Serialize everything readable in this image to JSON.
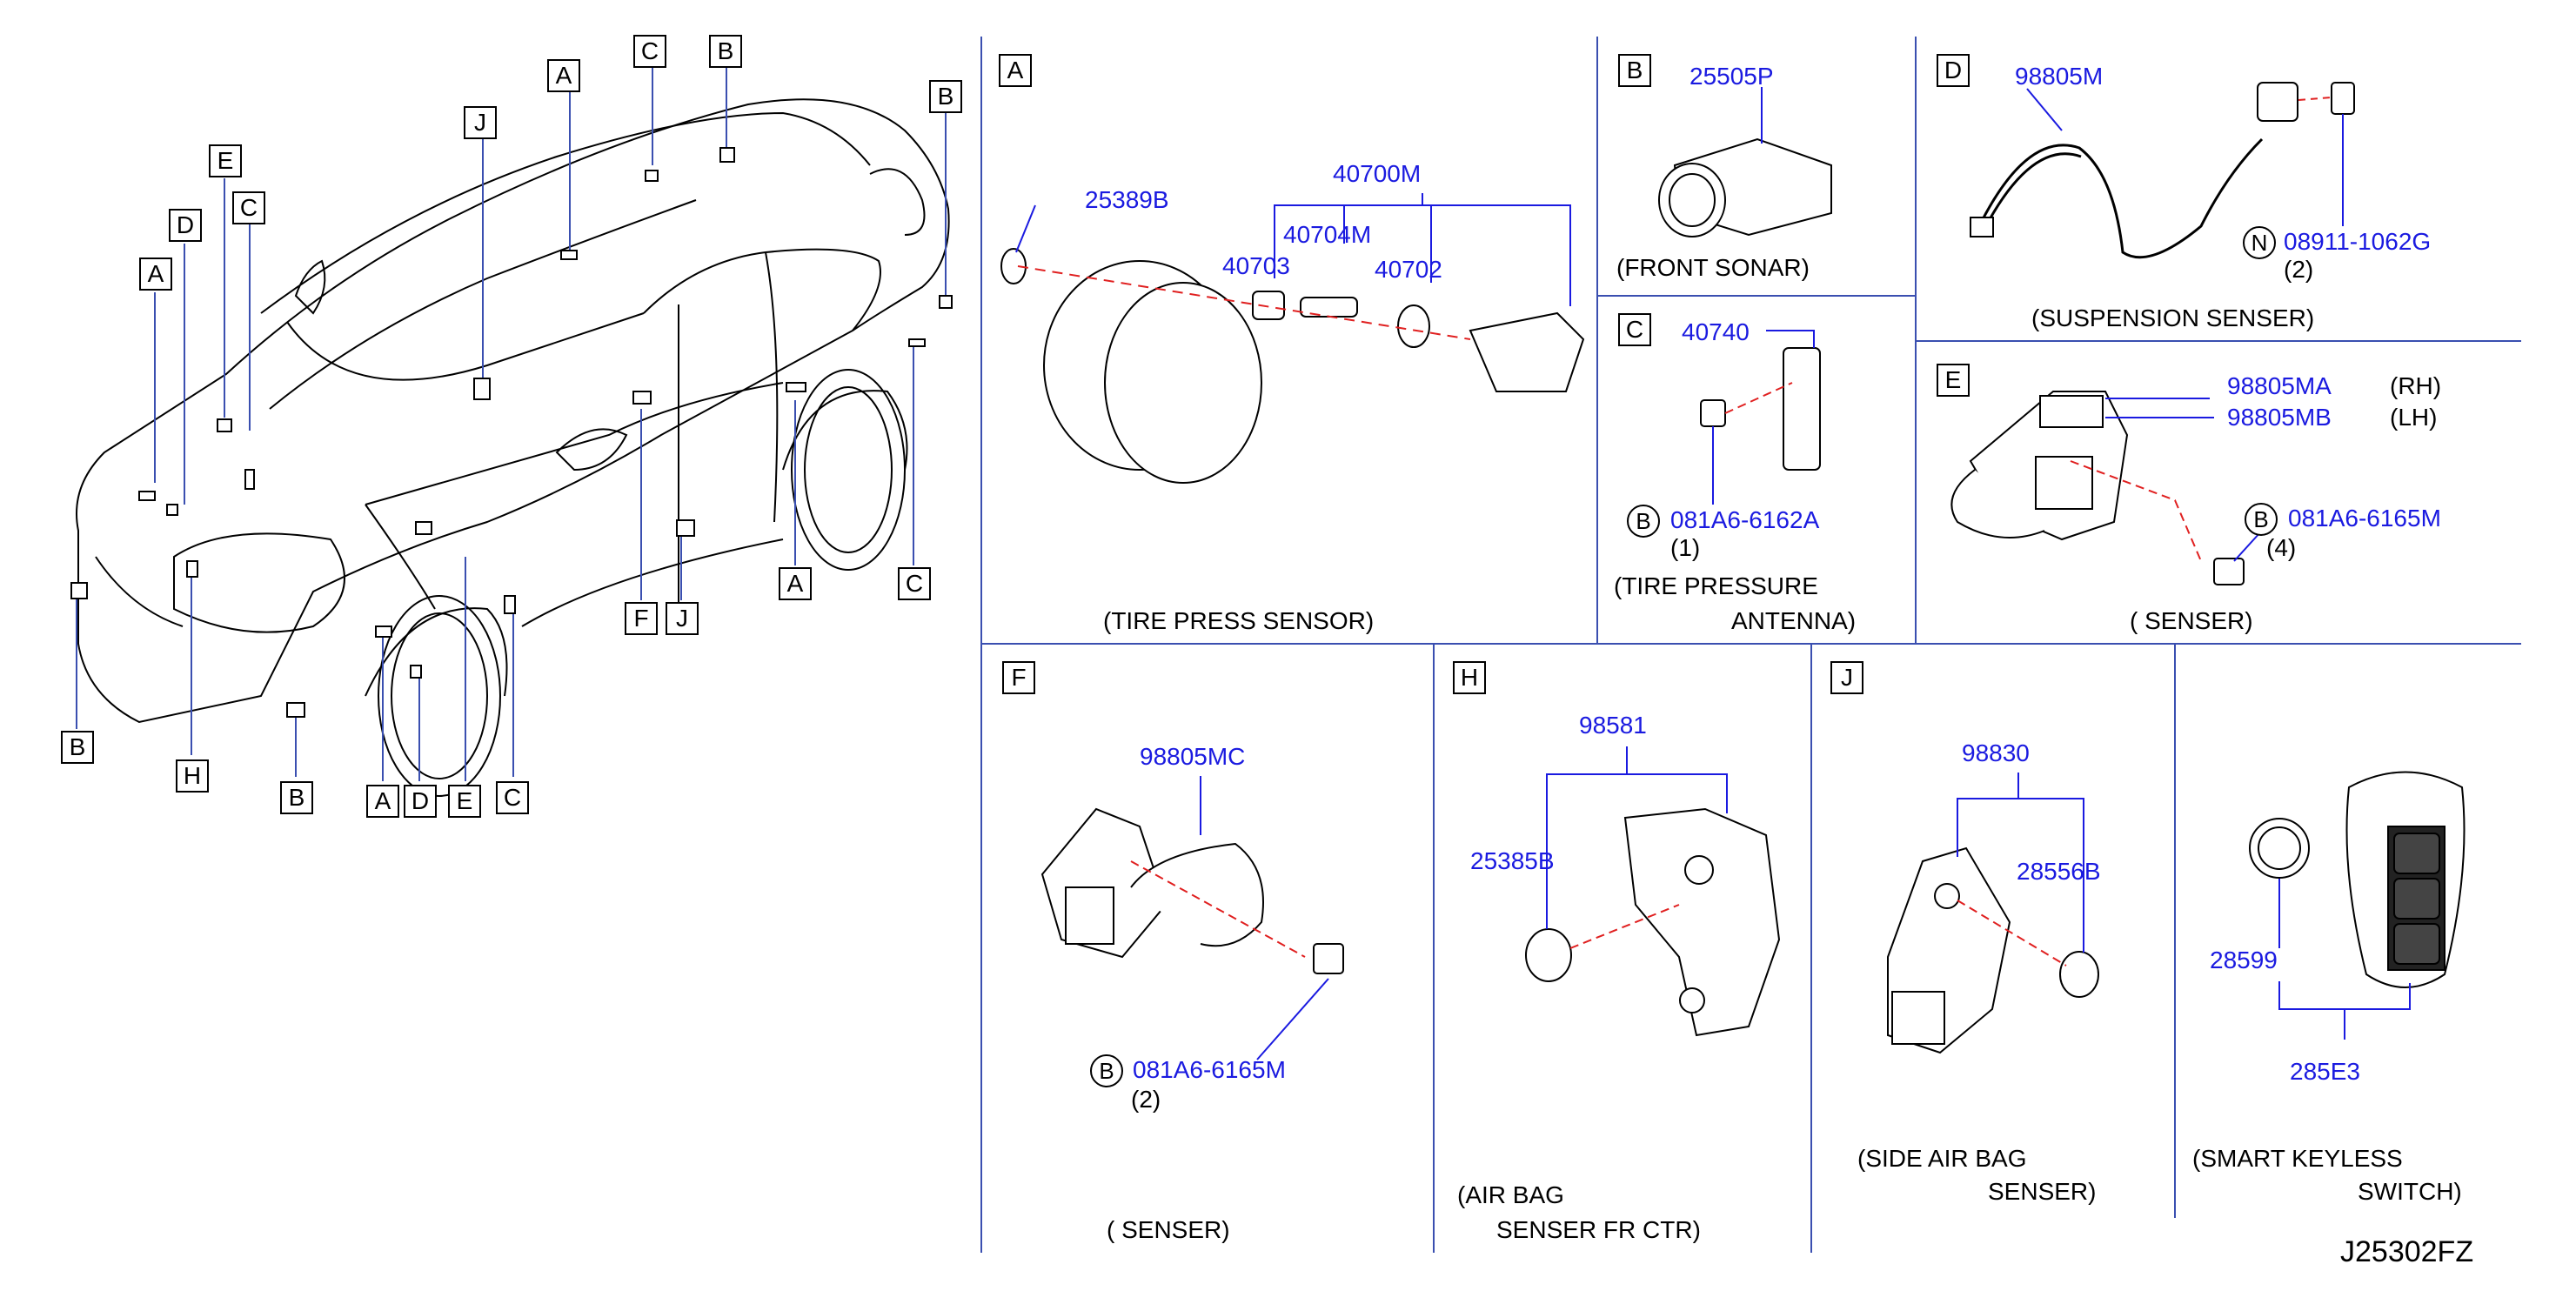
{
  "overview": {
    "callouts": [
      "A",
      "C",
      "B",
      "B",
      "J",
      "E",
      "D",
      "C",
      "A",
      "A",
      "C",
      "F",
      "J",
      "B",
      "H",
      "B",
      "A",
      "D",
      "E",
      "C"
    ]
  },
  "sections": {
    "A": {
      "letter": "A",
      "parts": [
        "40700M",
        "25389B",
        "40704M",
        "40703",
        "40702"
      ],
      "caption": "(TIRE   PRESS   SENSOR)"
    },
    "B": {
      "letter": "B",
      "parts": [
        "25505P"
      ],
      "caption": "(FRONT   SONAR)"
    },
    "C": {
      "letter": "C",
      "parts": [
        "40740",
        "081A6-6162A"
      ],
      "qty": "(1)",
      "circle": "B",
      "caption1": "(TIRE    PRESSURE",
      "caption2": "ANTENNA)"
    },
    "D": {
      "letter": "D",
      "parts": [
        "98805M",
        "08911-1062G"
      ],
      "qty": "(2)",
      "circle": "N",
      "caption": "(SUSPENSION    SENSER)"
    },
    "E": {
      "letter": "E",
      "parts": [
        "98805MA",
        "98805MB",
        "081A6-6165M"
      ],
      "rh": "(RH)",
      "lh": "(LH)",
      "qty": "(4)",
      "circle": "B",
      "caption": "(     SENSER)"
    },
    "F": {
      "letter": "F",
      "parts": [
        "98805MC",
        "081A6-6165M"
      ],
      "qty": "(2)",
      "circle": "B",
      "caption": "(    SENSER)"
    },
    "H": {
      "letter": "H",
      "parts": [
        "98581",
        "25385B"
      ],
      "caption1": "(AIR    BAG",
      "caption2": "SENSER    FR    CTR)"
    },
    "J": {
      "letter": "J",
      "parts": [
        "98830",
        "28556B"
      ],
      "caption1": "(SIDE    AIR    BAG",
      "caption2": "SENSER)"
    },
    "K": {
      "parts": [
        "28599",
        "285E3"
      ],
      "caption1": "(SMART    KEYLESS",
      "caption2": "SWITCH)"
    }
  },
  "diagram_id": "J25302FZ",
  "colors": {
    "part_number": "#1a1ae0",
    "line": "#1a1ae0",
    "divider": "#3a4fb0",
    "leader": "#e02020",
    "ink": "#000000"
  }
}
